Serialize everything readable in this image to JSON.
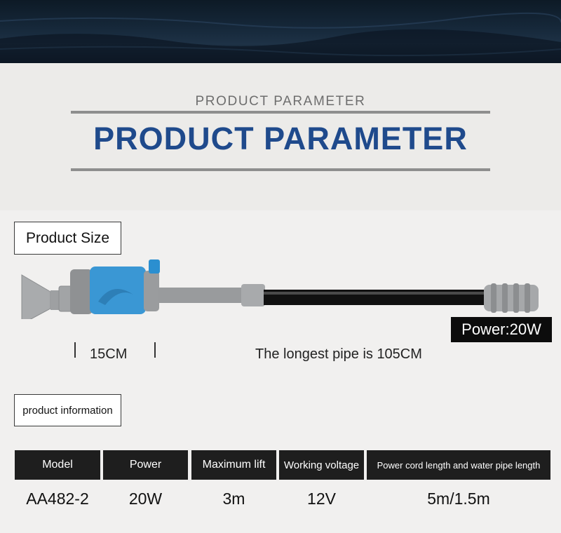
{
  "header": {
    "subtitle": "PRODUCT PARAMETER",
    "title": "PRODUCT PARAMETER",
    "title_color": "#1f4a8c"
  },
  "product_size": {
    "label": "Product Size",
    "power_tag": "Power:20W",
    "short_dimension": "15CM",
    "long_dimension": "The longest pipe is 105CM"
  },
  "product_info": {
    "label": "product information",
    "columns": [
      "Model",
      "Power",
      "Maximum lift",
      "Working voltage",
      "Power cord length and water pipe length"
    ],
    "values": [
      "AA482-2",
      "20W",
      "3m",
      "12V",
      "5m/1.5m"
    ]
  },
  "colors": {
    "pump_blue": "#3a97d4",
    "pump_grey": "#9a9c9e",
    "pipe_black": "#111111"
  }
}
